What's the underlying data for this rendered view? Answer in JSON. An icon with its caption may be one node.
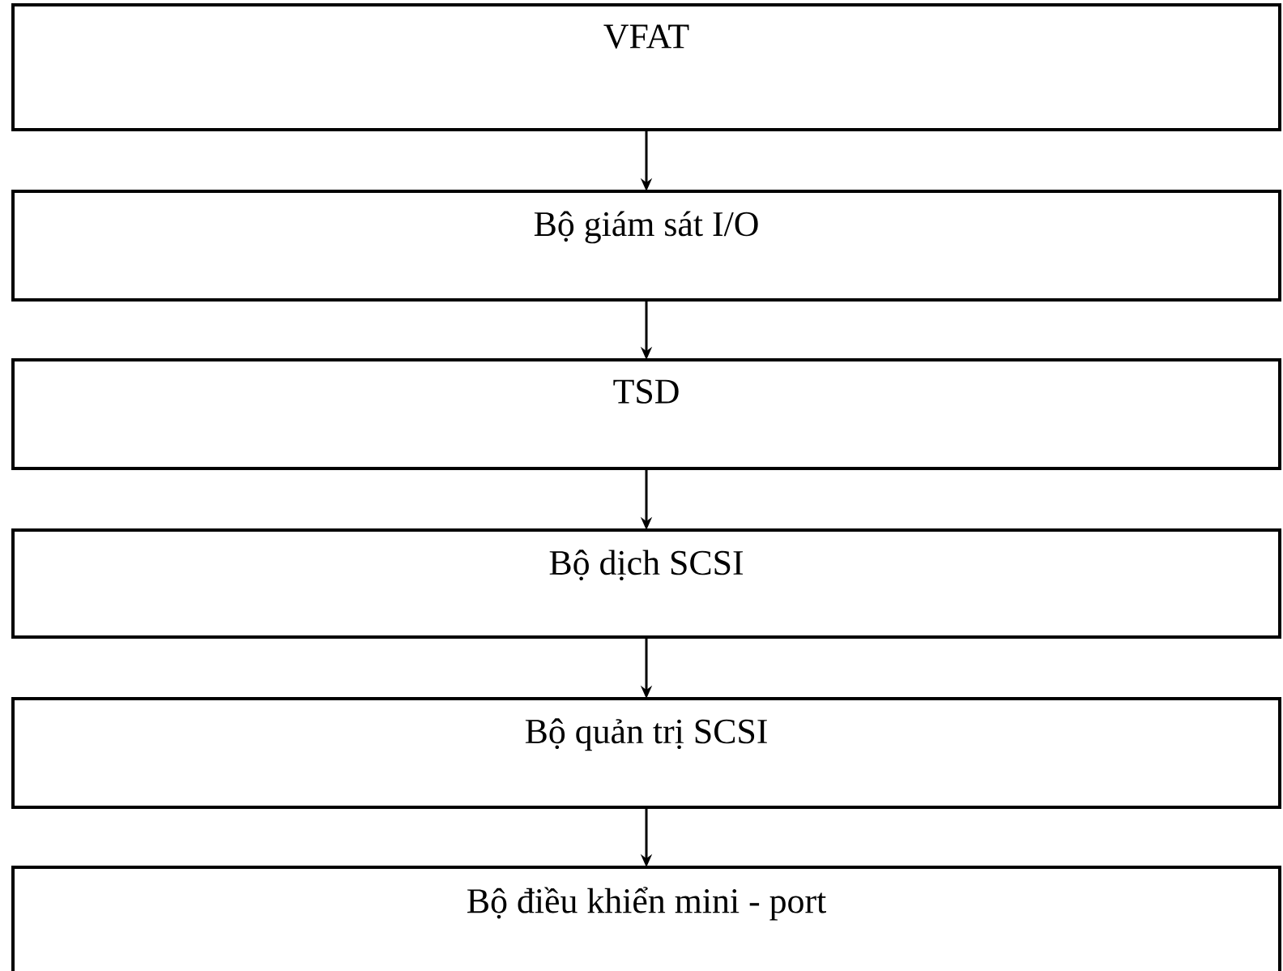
{
  "diagram": {
    "nodes": [
      {
        "text": [
          "VFAT"
        ]
      },
      {
        "text": [
          "Bộ giám sát I/O"
        ]
      },
      {
        "text": [
          "TSD"
        ]
      },
      {
        "text": [
          "Bộ dịch SCSI"
        ]
      },
      {
        "text": [
          "Bộ quản trị SCSI"
        ]
      },
      {
        "text": [
          "Bộ điều khiển mini - port"
        ]
      }
    ],
    "edges": [
      {
        "from": 0,
        "to": 1,
        "arrow": "to"
      },
      {
        "from": 1,
        "to": 2,
        "arrow": "to"
      },
      {
        "from": 2,
        "to": 3,
        "arrow": "to"
      },
      {
        "from": 3,
        "to": 4,
        "arrow": "to"
      },
      {
        "from": 4,
        "to": 5,
        "arrow": "to"
      }
    ]
  }
}
